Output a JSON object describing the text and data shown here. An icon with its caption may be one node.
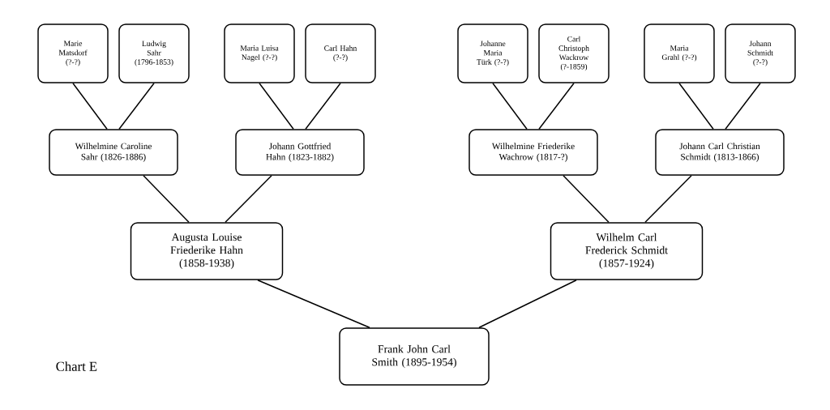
{
  "diagram": {
    "nodes": [
      {
        "text": [
          "Marie Matsdorf (?-?)"
        ]
      },
      {
        "text": [
          "Ludwig Sahr (1796-1853)"
        ]
      },
      {
        "text": [
          "Maria Luisa Nagel (?-?)"
        ]
      },
      {
        "text": [
          "Carl Hahn (?-?)"
        ]
      },
      {
        "text": [
          "Johanne Maria Türk (?-?)"
        ]
      },
      {
        "text": [
          "Carl Christoph Wackrow (?-1859)"
        ]
      },
      {
        "text": [
          "Maria Grahl (?-?)"
        ]
      },
      {
        "text": [
          "Johann Schmidt (?-?)"
        ]
      },
      {
        "text": [
          "Wilhelmine Caroline Sahr (1826-1886)"
        ]
      },
      {
        "text": [
          "Johann Gottfried Hahn (1823-1882)"
        ]
      },
      {
        "text": [
          "Wilhelmine Friederike Wachrow (1817-?)"
        ]
      },
      {
        "text": [
          "Johann Carl Christian Schmidt (1813-1866)"
        ]
      },
      {
        "text": [
          "Augusta Louise Friederike Hahn (1858-1938)"
        ]
      },
      {
        "text": [
          "Wilhelm Carl Frederick Schmidt (1857-1924)"
        ]
      },
      {
        "text": [
          "Frank John Carl Smith (1895-1954)"
        ]
      }
    ],
    "edges": [
      {
        "from": 0,
        "to": 8,
        "arrow": "none"
      },
      {
        "from": 1,
        "to": 8,
        "arrow": "none"
      },
      {
        "from": 2,
        "to": 9,
        "arrow": "none"
      },
      {
        "from": 3,
        "to": 9,
        "arrow": "none"
      },
      {
        "from": 4,
        "to": 10,
        "arrow": "none"
      },
      {
        "from": 5,
        "to": 10,
        "arrow": "none"
      },
      {
        "from": 6,
        "to": 11,
        "arrow": "none"
      },
      {
        "from": 7,
        "to": 11,
        "arrow": "none"
      },
      {
        "from": 8,
        "to": 12,
        "arrow": "none"
      },
      {
        "from": 9,
        "to": 12,
        "arrow": "none"
      },
      {
        "from": 10,
        "to": 13,
        "arrow": "none"
      },
      {
        "from": 11,
        "to": 13,
        "arrow": "none"
      },
      {
        "from": 12,
        "to": 14,
        "arrow": "none"
      },
      {
        "from": 13,
        "to": 14,
        "arrow": "none"
      }
    ],
    "labels": [
      "Chart E"
    ]
  }
}
